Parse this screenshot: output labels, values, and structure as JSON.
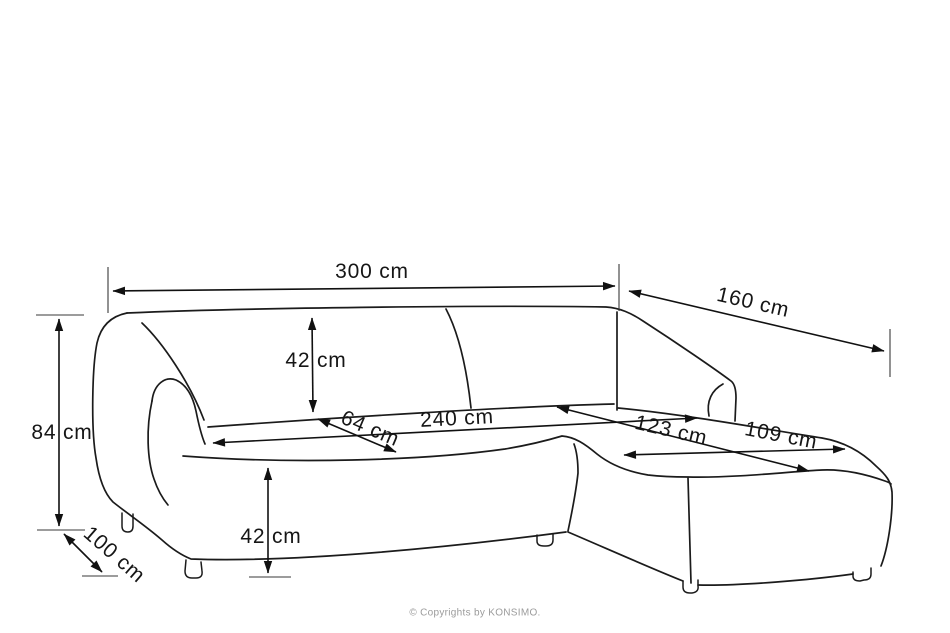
{
  "document": {
    "type": "product dimension diagram",
    "subject": "corner sofa with chaise, line drawing with measurements"
  },
  "dimensions": {
    "overall_width": {
      "label": "300 cm"
    },
    "chaise_overall_depth": {
      "label": "160 cm"
    },
    "overall_height": {
      "label": "84 cm"
    },
    "sofa_depth": {
      "label": "100 cm"
    },
    "backrest_height": {
      "label": "42 cm"
    },
    "seat_length": {
      "label": "240 cm"
    },
    "seat_depth": {
      "label": "64 cm"
    },
    "chaise_seat_length": {
      "label": "123 cm"
    },
    "chaise_width": {
      "label": "109 cm"
    },
    "seat_height": {
      "label": "42 cm"
    }
  },
  "footer": {
    "copyright": "© Copyrights by KONSIMO."
  },
  "style": {
    "background": "#ffffff",
    "line_color": "#1b1b1b",
    "dimension_color": "#111111",
    "copyright_color": "#9b9b9b"
  }
}
